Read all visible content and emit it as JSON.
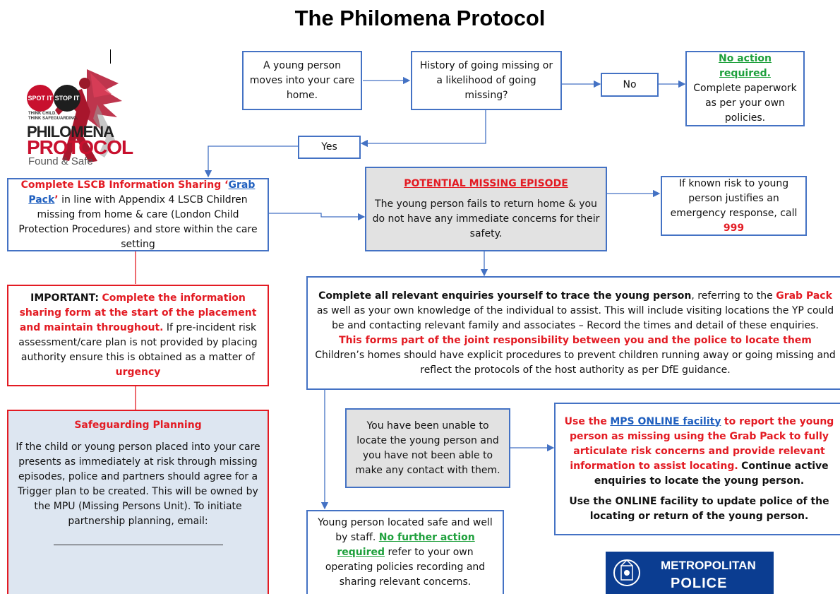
{
  "title": "The Philomena Protocol",
  "logo": {
    "spot": "SPOT IT",
    "stop": "STOP IT",
    "tagline1": "THINK CHILD.",
    "tagline2": "THINK SAFEGUARDING.",
    "word1": "PHILOMENA",
    "word2": "PROTOCOL",
    "word3": "Found & Safe"
  },
  "nodes": {
    "moves_in": "A young person moves into your care home.",
    "history": "History of going missing or a likelihood of going missing?",
    "no": "No",
    "no_action": {
      "heading": "No action required.",
      "text": "Complete paperwork as per your own policies."
    },
    "yes": "Yes",
    "grab_pack": {
      "lead": "Complete LSCB Information Sharing ‘",
      "link": "Grab Pack",
      "lead_end": "’",
      "text": "in line with Appendix 4 LSCB Children missing from home & care (London Child Protection Procedures) and store within the care setting"
    },
    "potential": {
      "heading": "POTENTIAL MISSING EPISODE",
      "text": "The young person fails to return home & you do not have any immediate concerns for their safety."
    },
    "known_risk": {
      "text": "If known risk to young person justifies an emergency response, call",
      "number": "999"
    },
    "important": {
      "label": "IMPORTANT:",
      "red": "Complete the information sharing form at the start of the placement and maintain throughout.",
      "text": "If pre-incident risk assessment/care plan is not provided by placing authority ensure this is obtained as a matter of",
      "urgency": "urgency"
    },
    "enquiries": {
      "bold": "Complete all relevant enquiries yourself to trace the young person",
      "t1": ", referring to the",
      "grab": "Grab Pack",
      "t2": "as well as your own knowledge of the individual to assist. This will include visiting locations the YP could be and contacting relevant family and associates – Record the times and detail of these enquiries.",
      "red": "This forms part of the joint responsibility between you and the police to locate them",
      "t3": "Children’s homes should have explicit procedures to prevent children running away or going missing and reflect the protocols of the host authority as per DfE guidance."
    },
    "safeguarding": {
      "heading": "Safeguarding Planning",
      "text": "If the child or young person placed into your care presents as immediately at risk through missing episodes, police and partners should agree for a Trigger plan to be created.  This will be owned by the MPU (Missing Persons Unit). To initiate partnership planning, email:"
    },
    "unable": "You have been unable to locate the young person and you have not been able to make any contact with them.",
    "mps": {
      "use": "Use the",
      "link": "MPS ONLINE facility",
      "red": "to report the young person as missing using the Grab Pack to fully articulate risk concerns and provide relevant information to assist locating.",
      "bold": "Continue active enquiries to locate the young person.",
      "p2": "Use the ONLINE facility to update police of the locating or return of the young person."
    },
    "located": {
      "t1": "Young person located safe and well by staff.",
      "green": "No further action required",
      "t2": "refer to your own operating policies recording and sharing relevant concerns."
    }
  },
  "police_logo": {
    "line1": "METROPOLITAN",
    "line2": "POLICE"
  },
  "colors": {
    "border_blue": "#4472c4",
    "border_red": "#e31b23",
    "red_text": "#e31b23",
    "green_text": "#1ea03c",
    "link_blue": "#1f5fbf",
    "grey_fill": "#e2e2e2",
    "blue_fill": "#dde6f1",
    "police_blue": "#0b3d91"
  }
}
